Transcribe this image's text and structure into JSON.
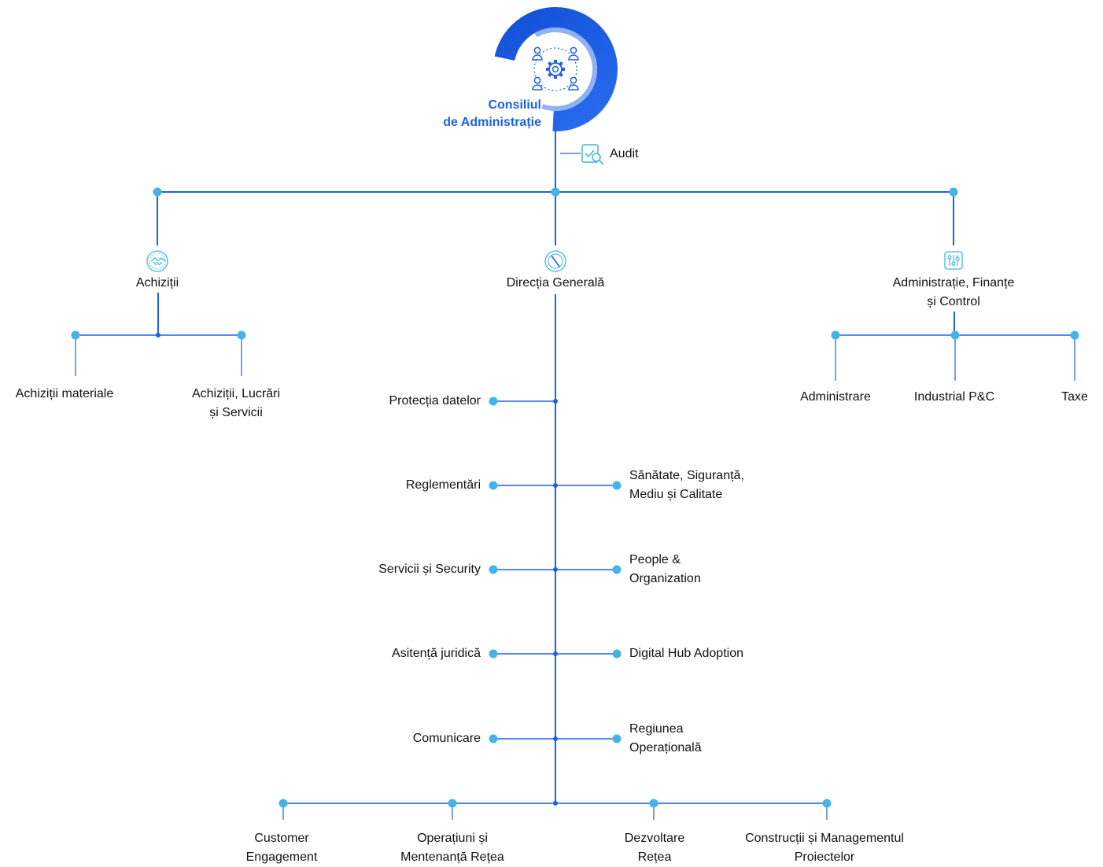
{
  "colors": {
    "line": "#1c62e6",
    "dot": "#44b4e8",
    "accent": "#1c62e6",
    "arc_light": "#8fb2f3",
    "text": "#111111"
  },
  "root": {
    "title_line1": "Consiliul",
    "title_line2": "de Administrație",
    "icon": "board-people-gear-icon"
  },
  "audit": {
    "label": "Audit",
    "icon": "audit-check-icon"
  },
  "branches": [
    {
      "line1": "Achiziții",
      "line2": "",
      "icon": "handshake-icon",
      "children": [
        {
          "line1": "Achiziții materiale",
          "line2": ""
        },
        {
          "line1": "Achiziții, Lucrări",
          "line2": "și Servicii"
        }
      ]
    },
    {
      "line1": "Direcția Generală",
      "line2": "",
      "icon": "compass-icon",
      "left_items": [
        {
          "line1": "Protecția datelor",
          "line2": ""
        },
        {
          "line1": "Reglementări",
          "line2": ""
        },
        {
          "line1": "Servicii și Security",
          "line2": ""
        },
        {
          "line1": "Asitență juridică",
          "line2": ""
        },
        {
          "line1": "Comunicare",
          "line2": ""
        }
      ],
      "right_items": [
        {
          "line1": "Sănătate, Siguranță,",
          "line2": "Mediu și Calitate"
        },
        {
          "line1": "People &",
          "line2": "Organization"
        },
        {
          "line1": "Digital Hub Adoption",
          "line2": ""
        },
        {
          "line1": "Regiunea",
          "line2": "Operațională"
        }
      ],
      "bottom_items": [
        {
          "line1": "Customer",
          "line2": "Engagement"
        },
        {
          "line1": "Operațiuni și",
          "line2": "Mentenanță Rețea"
        },
        {
          "line1": "Dezvoltare",
          "line2": "Rețea"
        },
        {
          "line1": "Construcții și Managementul",
          "line2": "Proiectelor"
        }
      ]
    },
    {
      "line1": "Administrație, Finanțe",
      "line2": "și Control",
      "icon": "sliders-icon",
      "children": [
        {
          "line1": "Administrare",
          "line2": ""
        },
        {
          "line1": "Industrial P&C",
          "line2": ""
        },
        {
          "line1": "Taxe",
          "line2": ""
        }
      ]
    }
  ]
}
